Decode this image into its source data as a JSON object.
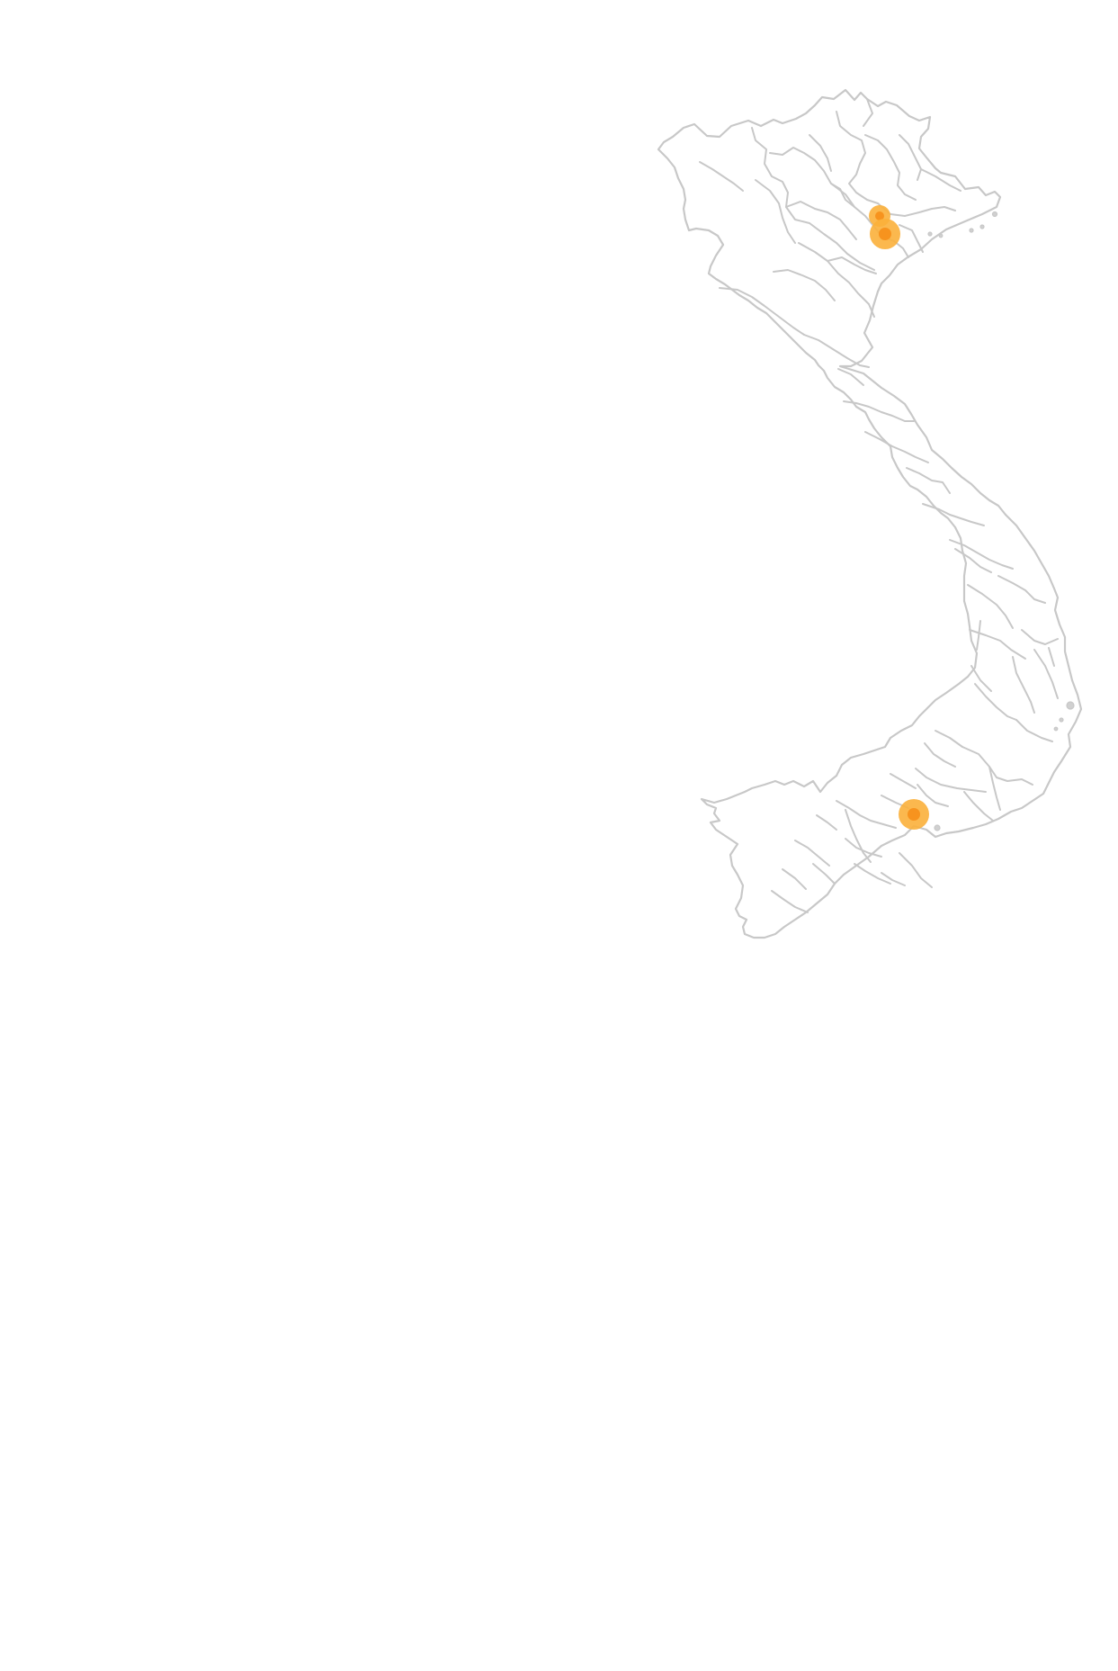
{
  "map": {
    "colors": {
      "background": "#ffffff",
      "province_border": "#c8c8c8",
      "marker_outer": "#fbb03b",
      "marker_inner": "#f7931e"
    },
    "markers": [
      {
        "id": "north-1",
        "name": "",
        "size": "medium"
      },
      {
        "id": "north-2",
        "name": "",
        "size": "large"
      },
      {
        "id": "south-1",
        "name": "",
        "size": "large"
      }
    ]
  }
}
